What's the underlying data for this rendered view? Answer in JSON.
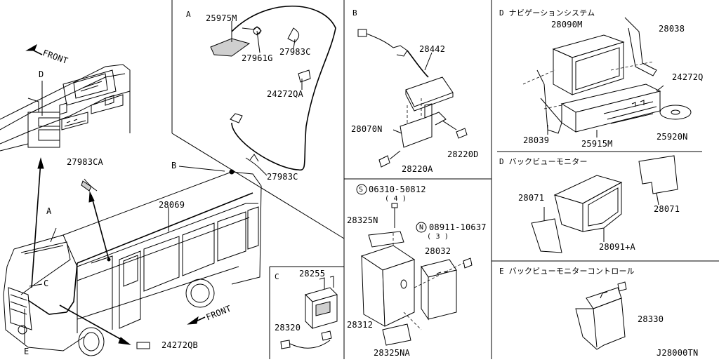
{
  "sections": {
    "a": "A",
    "b": "B",
    "c": "C",
    "d_nav": "D ナビゲーションシステム",
    "d_back": "D バックビューモニター",
    "e": "E バックビューモニターコントロール"
  },
  "overview": {
    "front_top": "FRONT",
    "front_bottom": "FRONT",
    "callout_d": "D",
    "callout_a": "A",
    "callout_b": "B",
    "callout_c": "C",
    "callout_e": "E",
    "p27983ca": "27983CA",
    "p28069": "28069",
    "p24272qb": "24272QB"
  },
  "section_a": {
    "p25975m": "25975M",
    "p27961g": "27961G",
    "p27983c_top": "27983C",
    "p24272qa": "24272QA",
    "p27983c_bottom": "27983C"
  },
  "section_b": {
    "p28442": "28442",
    "p28070n": "28070N",
    "p28220d": "28220D",
    "p28220a": "28220A"
  },
  "section_b2": {
    "bolt_s": "S",
    "bolt_code": "06310-50812",
    "bolt_qty": "( 4 )",
    "p28325n": "28325N",
    "nut_n": "N",
    "nut_code": "08911-10637",
    "nut_qty": "( 3 )",
    "p28032": "28032",
    "p28312": "28312",
    "p28325na": "28325NA"
  },
  "section_c": {
    "p28255": "28255",
    "p28320": "28320"
  },
  "section_d_nav": {
    "p28090m": "28090M",
    "p28038": "28038",
    "p24272q": "24272Q",
    "p28039": "28039",
    "p25915m": "25915M",
    "p25920n": "25920N"
  },
  "section_d_back": {
    "p28071_left": "28071",
    "p28071_right": "28071",
    "p28091a": "28091+A"
  },
  "section_e": {
    "p28330": "28330"
  },
  "diagram_id": "J28000TN"
}
